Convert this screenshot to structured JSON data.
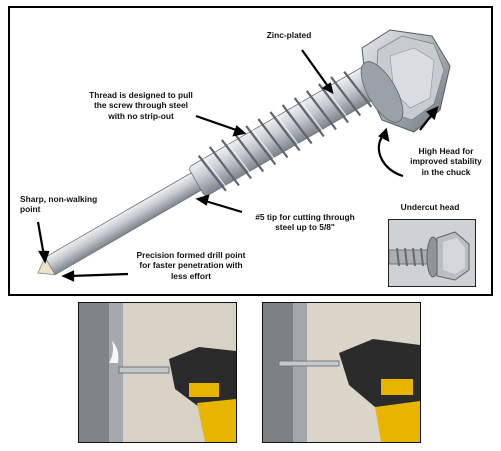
{
  "callouts": {
    "zinc_plated": "Zinc-plated",
    "thread": "Thread is designed to pull\nthe screw through steel\nwith no strip-out",
    "high_head": "High Head for\nimproved stability\nin the chuck",
    "sharp_point": "Sharp, non-walking\npoint",
    "tip_5": "#5 tip for cutting through\nsteel up to 5/8\"",
    "undercut_head": "Undercut head",
    "precision_point": "Precision formed drill point\nfor faster penetration with\nless effort"
  },
  "colors": {
    "border": "#000000",
    "screw_metal": "#b9c0c6",
    "drill_yellow": "#e8b400"
  }
}
